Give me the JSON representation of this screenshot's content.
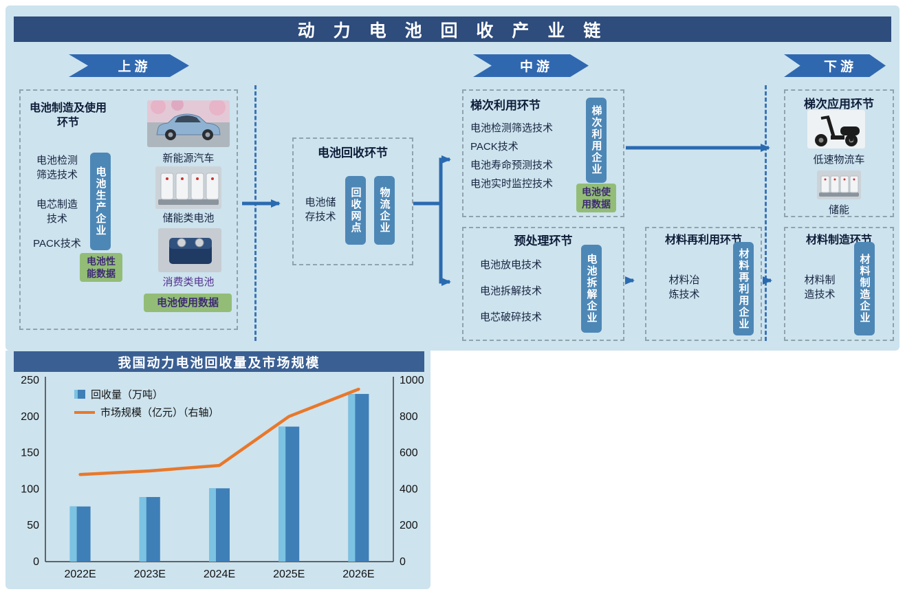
{
  "header": {
    "title": "动 力 电 池 回 收 产 业 链"
  },
  "banners": {
    "upstream": "上游",
    "midstream": "中游",
    "downstream": "下游"
  },
  "manufacture": {
    "title": "电池制造及使用\n环节",
    "tech1": "电池检测\n筛选技术",
    "tech2": "电芯制造\n技术",
    "tech3": "PACK技术",
    "producer_badge": "电池生产企业",
    "performance_badge": "电池性\n能数据",
    "vehicle_label": "新能源汽车",
    "storage_label": "储能类电池",
    "consumer_label": "消费类电池",
    "usage_badge": "电池使用数据"
  },
  "recycle": {
    "title": "电池回收环节",
    "tech": "电池储\n存技术",
    "network_badge": "回收网点",
    "logistics_badge": "物流企业"
  },
  "cascade_use": {
    "title": "梯次利用环节",
    "items": [
      "电池检测筛选技术",
      "PACK技术",
      "电池寿命预测技术",
      "电池实时监控技术"
    ],
    "enterprise_badge": "梯次利用企业",
    "data_badge": "电池使\n用数据"
  },
  "pretreatment": {
    "title": "预处理环节",
    "items": [
      "电池放电技术",
      "电池拆解技术",
      "电芯破碎技术"
    ],
    "enterprise_badge": "电池拆解企业"
  },
  "material_reuse": {
    "title": "材料再利用环节",
    "tech": "材料冶\n炼技术",
    "enterprise_badge": "材料再利用企业"
  },
  "cascade_app": {
    "title": "梯次应用环节",
    "logistics_vehicle_label": "低速物流车",
    "storage_label": "储能"
  },
  "material_mfg": {
    "title": "材料制造环节",
    "tech": "材料制\n造技术",
    "enterprise_badge": "材料制造企业"
  },
  "chart": {
    "title": "我国动力电池回收量及市场规模"
  },
  "chart_data": {
    "type": "bar",
    "title": "我国动力电池回收量及市场规模",
    "categories": [
      "2022E",
      "2023E",
      "2024E",
      "2025E",
      "2026E"
    ],
    "series": [
      {
        "name": "回收量（万吨）",
        "type": "bar",
        "axis": "left",
        "values": [
          76,
          89,
          101,
          186,
          231
        ]
      },
      {
        "name": "市场规模（亿元）（右轴）",
        "type": "line",
        "axis": "right",
        "values": [
          480,
          500,
          530,
          800,
          950
        ]
      }
    ],
    "left_axis": {
      "min": 0,
      "max": 250,
      "step": 50
    },
    "right_axis": {
      "min": 0,
      "max": 1000,
      "step": 200
    },
    "legend_position": "top-left",
    "grid": false,
    "colors": {
      "bar": "#3f7fb7",
      "bar_highlight": "#7cc2e2",
      "line": "#e8782a"
    }
  },
  "colors": {
    "background": "#cde3ee",
    "header": "#2e4c7c",
    "banner": "#3068b0",
    "badge_blue": "#4d87b6",
    "badge_green": "#93bd77",
    "arrow": "#2a6ab0"
  }
}
